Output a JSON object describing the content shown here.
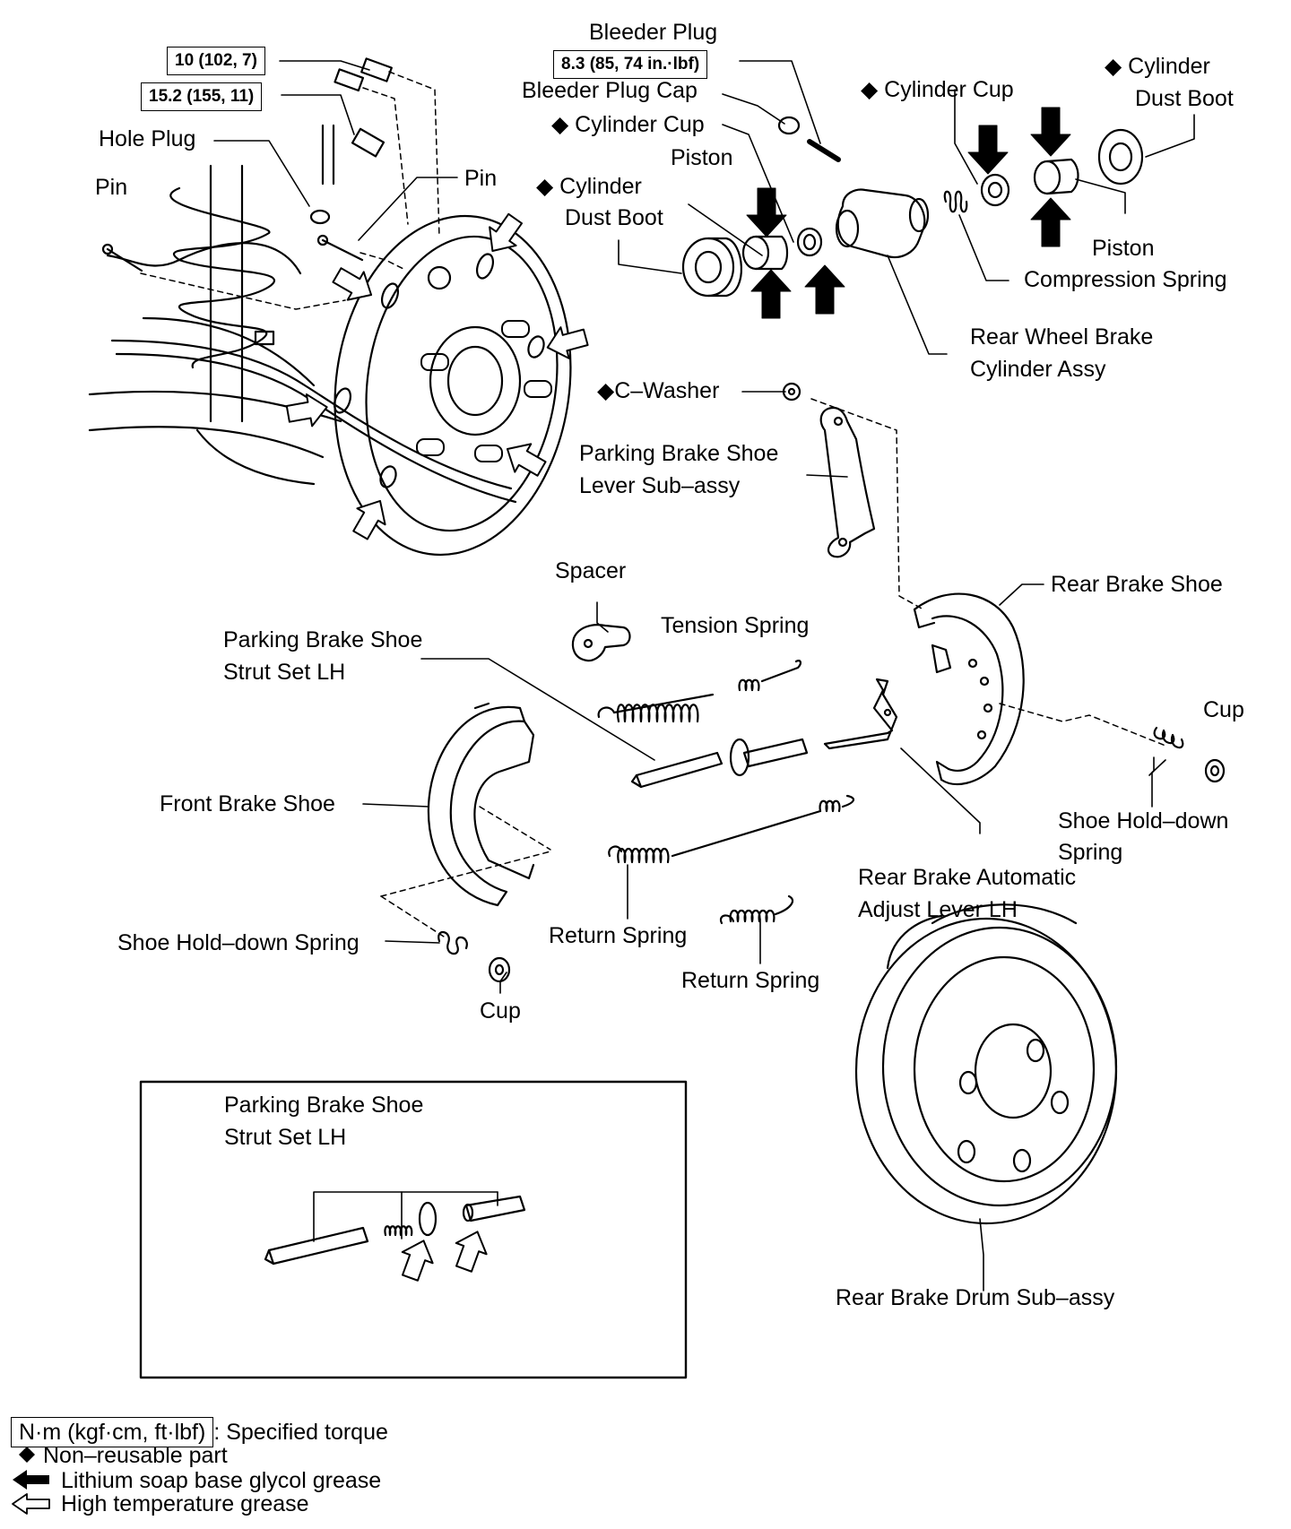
{
  "torque": {
    "t1": "10 (102, 7)",
    "t2": "15.2 (155, 11)",
    "t3": "8.3 (85, 74 in.·lbf)"
  },
  "labels": {
    "bleeder_plug": "Bleeder Plug",
    "bleeder_plug_cap": "Bleeder Plug Cap",
    "hole_plug": "Hole Plug",
    "pin_left": "Pin",
    "pin_right": "Pin",
    "cyl_cup_left": "◆ Cylinder Cup",
    "cyl_cup_right": "◆ Cylinder Cup",
    "piston_left": "Piston",
    "cyl_dust_boot_left_1": "◆ Cylinder",
    "cyl_dust_boot_left_2": "Dust Boot",
    "cyl_dust_boot_right_1": "◆ Cylinder",
    "cyl_dust_boot_right_2": "Dust Boot",
    "piston_comp_1": "Piston",
    "piston_comp_2": "Compression Spring",
    "wheel_cyl_1": "Rear Wheel Brake",
    "wheel_cyl_2": "Cylinder Assy",
    "c_washer": "◆C–Washer",
    "pb_lever_1": "Parking Brake Shoe",
    "pb_lever_2": "Lever Sub–assy",
    "spacer": "Spacer",
    "tension_spring": "Tension Spring",
    "rear_brake_shoe": "Rear Brake Shoe",
    "strut_1": "Parking Brake Shoe",
    "strut_2": "Strut Set LH",
    "cup_right": "Cup",
    "front_brake_shoe": "Front Brake Shoe",
    "hold_down_right_1": "Shoe Hold–down",
    "hold_down_right_2": "Spring",
    "adjust_lever_1": "Rear Brake Automatic",
    "adjust_lever_2": "Adjust Lever LH",
    "return_spring_1": "Return Spring",
    "return_spring_2": "Return Spring",
    "hold_down_left": "Shoe Hold–down Spring",
    "cup_left": "Cup",
    "drum": "Rear Brake Drum Sub–assy",
    "inset_1": "Parking Brake Shoe",
    "inset_2": "Strut Set LH"
  },
  "legend": {
    "torque_box": "N·m (kgf·cm, ft·lbf)",
    "torque_text": ": Specified torque",
    "nonreusable": "Non–reusable part",
    "lithium": "Lithium soap base glycol grease",
    "hightemp": "High temperature grease"
  },
  "icons": [
    "diamond-icon",
    "solid-arrow-icon",
    "outline-arrow-icon"
  ]
}
